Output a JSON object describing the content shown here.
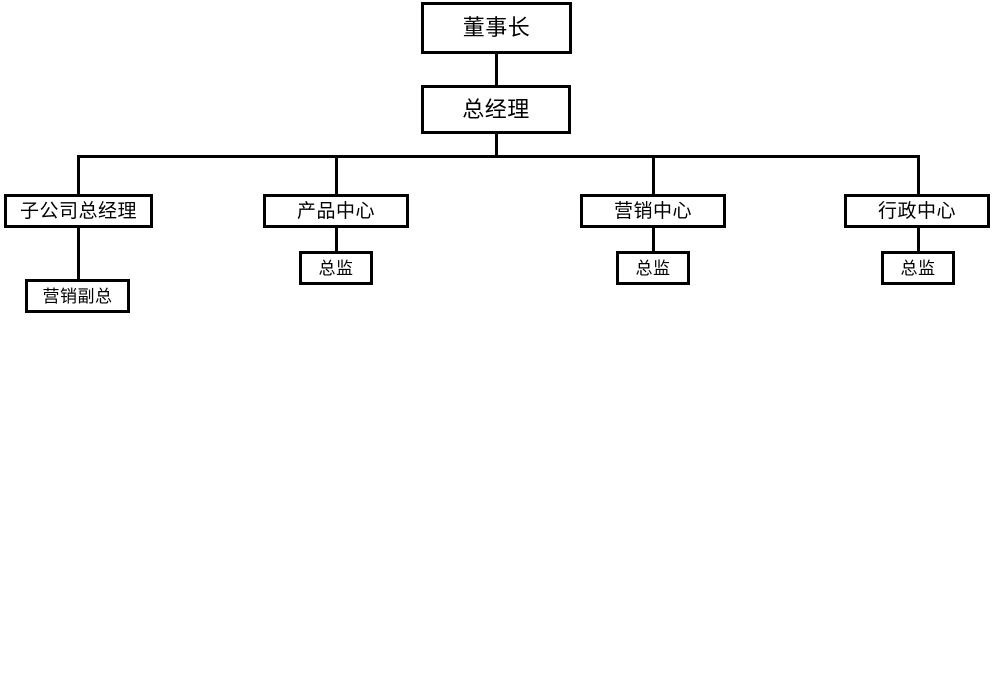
{
  "chart": {
    "type": "org-chart",
    "title": "",
    "background_color": "#ffffff",
    "line_color": "#000000",
    "box_fill": "#ffffff",
    "levels": [
      {
        "level": 1,
        "nodes": [
          {
            "id": "chairman",
            "label": "董事长"
          }
        ]
      },
      {
        "level": 2,
        "nodes": [
          {
            "id": "general-manager",
            "label": "总经理"
          }
        ]
      },
      {
        "level": 3,
        "nodes": [
          {
            "id": "subsidiary-gm",
            "label": "子公司总经理"
          },
          {
            "id": "product-center",
            "label": "产品中心"
          },
          {
            "id": "marketing-center",
            "label": "营销中心"
          },
          {
            "id": "admin-center",
            "label": "行政中心"
          }
        ]
      },
      {
        "level": 4,
        "nodes": [
          {
            "id": "marketing-vp",
            "label": "营销副总"
          },
          {
            "id": "product-director",
            "label": "总监"
          },
          {
            "id": "marketing-director",
            "label": "总监"
          },
          {
            "id": "admin-director",
            "label": "总监"
          }
        ]
      }
    ],
    "edges": [
      {
        "from": "chairman",
        "to": "general-manager"
      },
      {
        "from": "general-manager",
        "to": "subsidiary-gm"
      },
      {
        "from": "general-manager",
        "to": "product-center"
      },
      {
        "from": "general-manager",
        "to": "marketing-center"
      },
      {
        "from": "general-manager",
        "to": "admin-center"
      },
      {
        "from": "subsidiary-gm",
        "to": "marketing-vp"
      },
      {
        "from": "product-center",
        "to": "product-director"
      },
      {
        "from": "marketing-center",
        "to": "marketing-director"
      },
      {
        "from": "admin-center",
        "to": "admin-director"
      }
    ]
  },
  "nodes": {
    "chairman": {
      "label": "董事长"
    },
    "general_manager": {
      "label": "总经理"
    },
    "subsidiary_gm": {
      "label": "子公司总经理"
    },
    "product_center": {
      "label": "产品中心"
    },
    "marketing_center": {
      "label": "营销中心"
    },
    "admin_center": {
      "label": "行政中心"
    },
    "marketing_vp": {
      "label": "营销副总"
    },
    "product_director": {
      "label": "总监"
    },
    "marketing_director": {
      "label": "总监"
    },
    "admin_director": {
      "label": "总监"
    }
  }
}
